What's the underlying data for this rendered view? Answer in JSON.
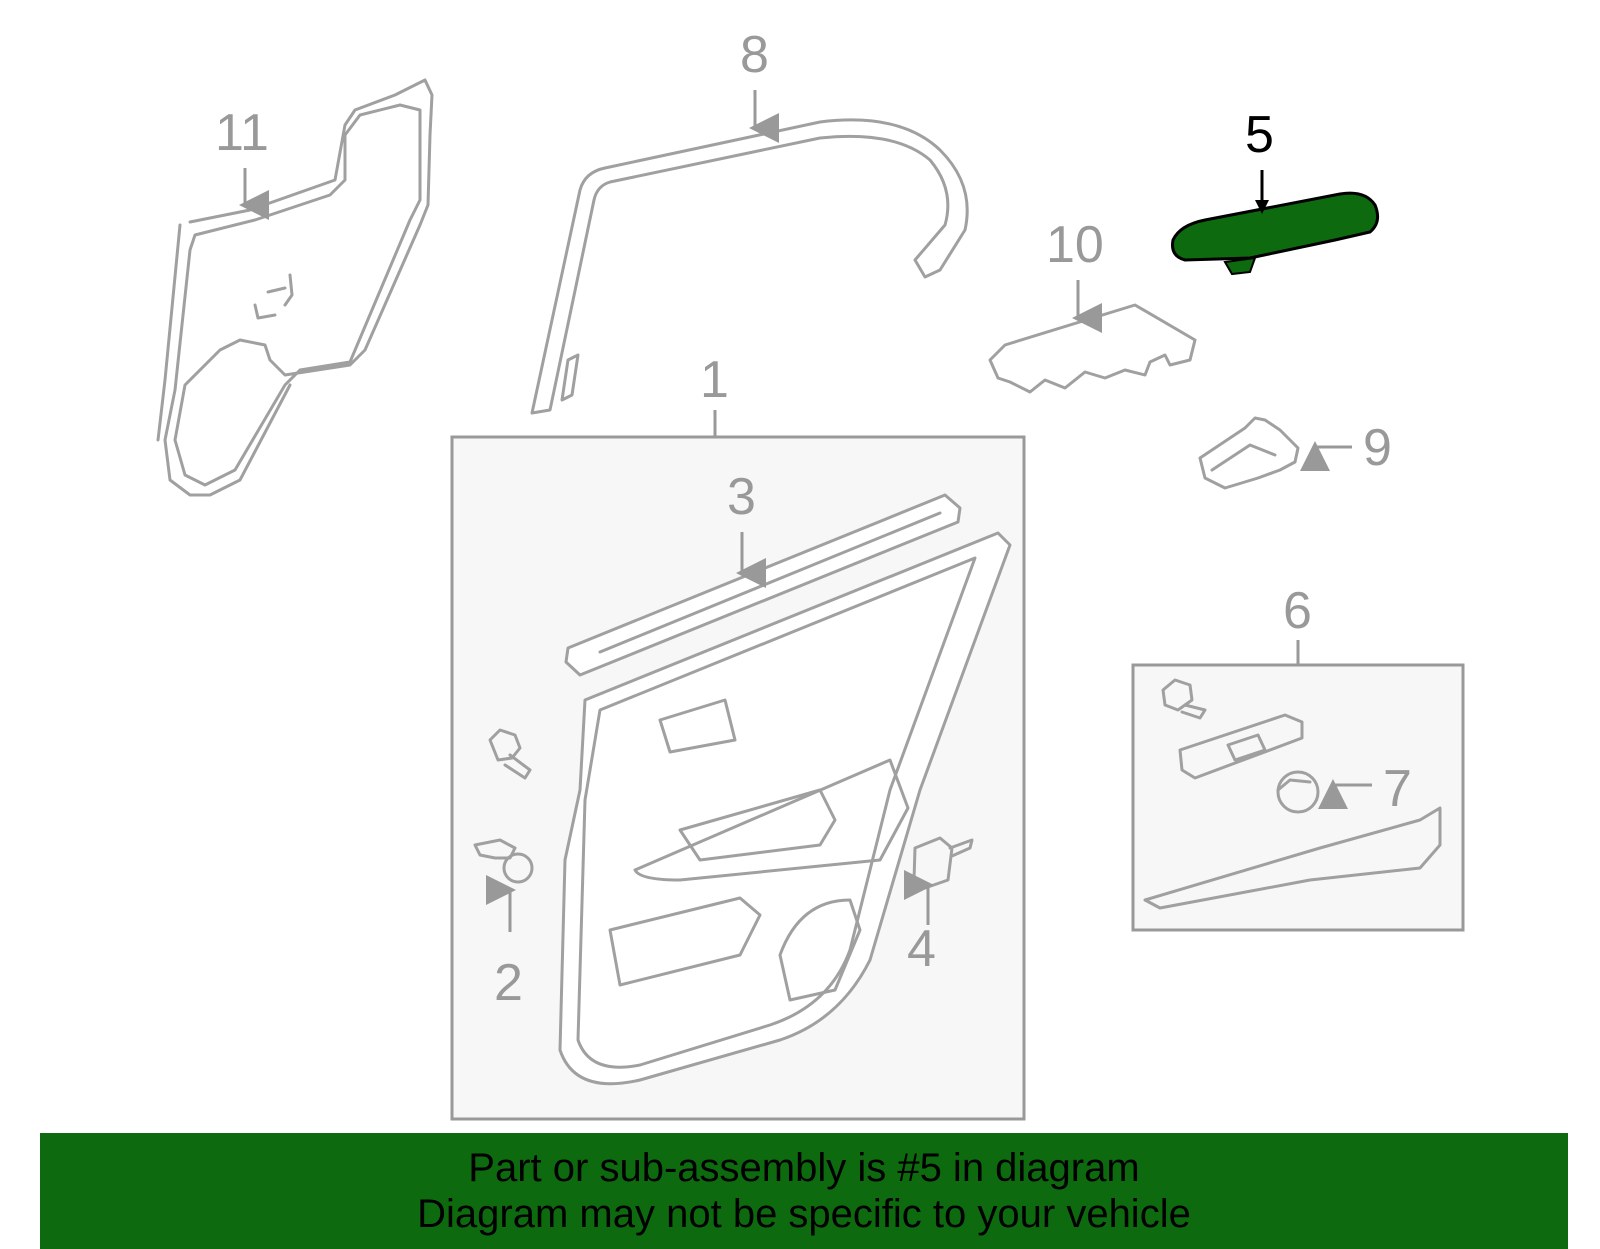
{
  "diagram": {
    "callouts": {
      "c1": "1",
      "c2": "2",
      "c3": "3",
      "c4": "4",
      "c5": "5",
      "c6": "6",
      "c7": "7",
      "c8": "8",
      "c9": "9",
      "c10": "10",
      "c11": "11"
    },
    "highlighted_part": "5",
    "highlight_color": "#0e6a0e"
  },
  "banner": {
    "line1": "Part or sub-assembly is #5 in diagram",
    "line2": "Diagram may not be specific to your vehicle",
    "background": "#0e6a0e"
  }
}
